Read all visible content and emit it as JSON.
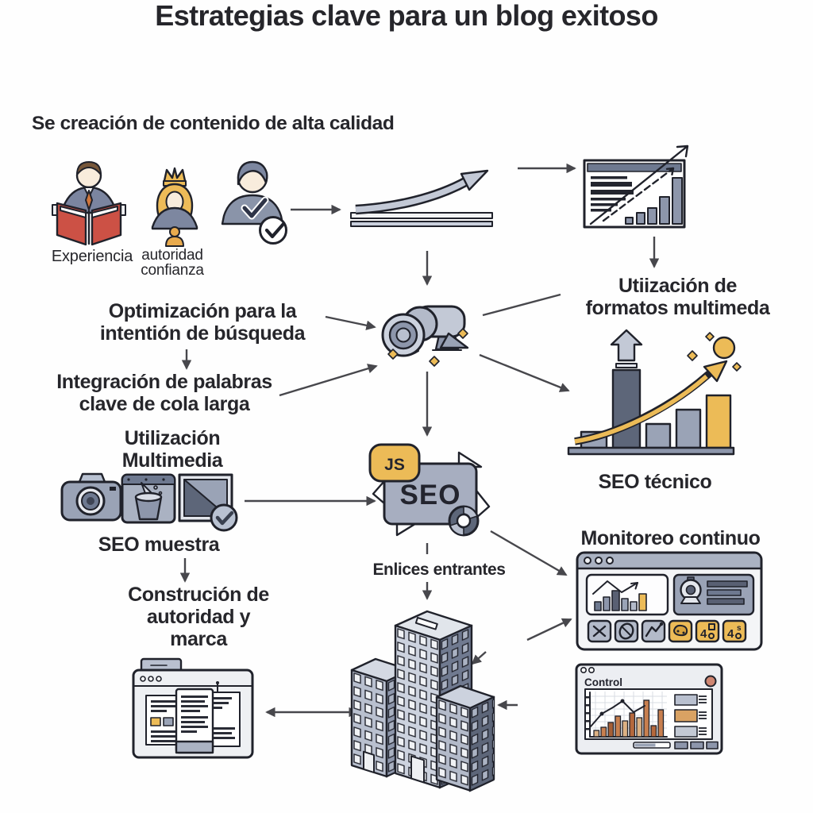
{
  "title": "Estrategias clave para un blog exitoso",
  "subtitle": "Se creación de contenido de alta calidad",
  "eat": {
    "experiencia": "Experiencia",
    "autoridad": "autoridad\nconfianza"
  },
  "nodes": {
    "formatos": "Utiización de\nformatos multimeda",
    "optimizacion": "Optimización para la\nintentión de búsqueda",
    "integracion": "Integración de palabras\nclave de cola larga",
    "multimedia": "Utilización\nMultimedia",
    "seo_muestra": "SEO muestra",
    "seo_tecnico": "SEO técnico",
    "enlaces": "Enlices entrantes",
    "monitoreo": "Monitoreo continuo",
    "construccion": "Construción de\nautoridad y\nmarca"
  },
  "badges": {
    "seo": "SEO",
    "js": "JS"
  },
  "control_window": {
    "title": "Control"
  },
  "dashboard_buttons": {
    "b5": "4",
    "b6": "4",
    "b6_sup": "s"
  },
  "icons": {
    "experiencia": "person-reading-book-icon",
    "autoridad": "queen-crown-icon",
    "confianza": "person-checkmark-icon",
    "crecimiento": "rising-curve-track-icon",
    "informe": "report-growth-chart-icon",
    "centro": "cannon-icon",
    "seo": "seo-sticker-js-gear-icon",
    "multimedia": [
      "camera-icon",
      "paint-bucket-window-icon",
      "image-checkmark-icon"
    ],
    "seo_tecnico": "bar-chart-gold-arrow-icon",
    "enlaces": "office-buildings-icon",
    "monitoreo": "analytics-dashboard-window-icon",
    "marca": "browser-documents-window-icon",
    "control": "control-chart-window-icon"
  },
  "colors": {
    "text": "#26262B",
    "arrow": "#47474C",
    "outline": "#20222B",
    "accent_gold": "#ECBB57",
    "icon_gray": "#9AA3B6",
    "icon_dark": "#5D6679",
    "book_red": "#CC5145",
    "bar_orange": "#C87F4F"
  }
}
